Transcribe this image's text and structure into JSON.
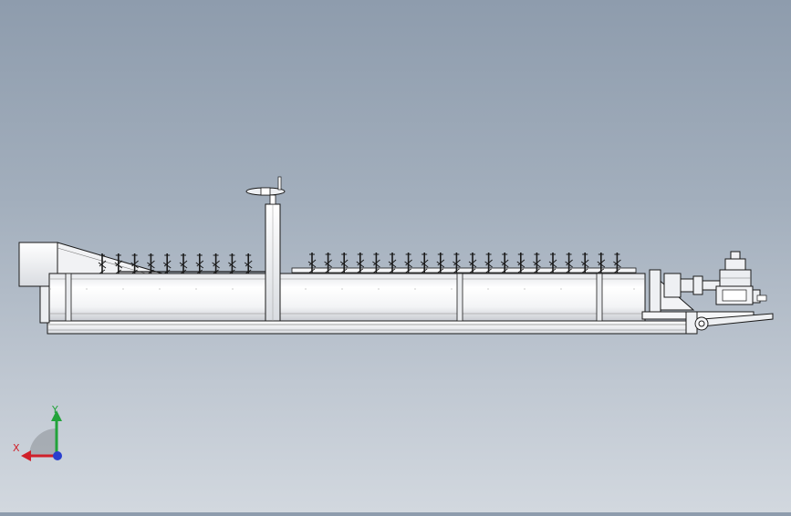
{
  "viewport": {
    "view": "front",
    "background_top": "#8e9cad",
    "background_bottom": "#d2d8df"
  },
  "model": {
    "stirring_paddles_left": 10,
    "stirring_paddles_right": 20,
    "body_color": "#f4f5f7",
    "outline_color": "#1a1a1a"
  },
  "triad": {
    "x_label": "X",
    "y_label": "Y",
    "x_color": "#d0202a",
    "y_color": "#22a33a",
    "z_color": "#2a3fcf"
  }
}
